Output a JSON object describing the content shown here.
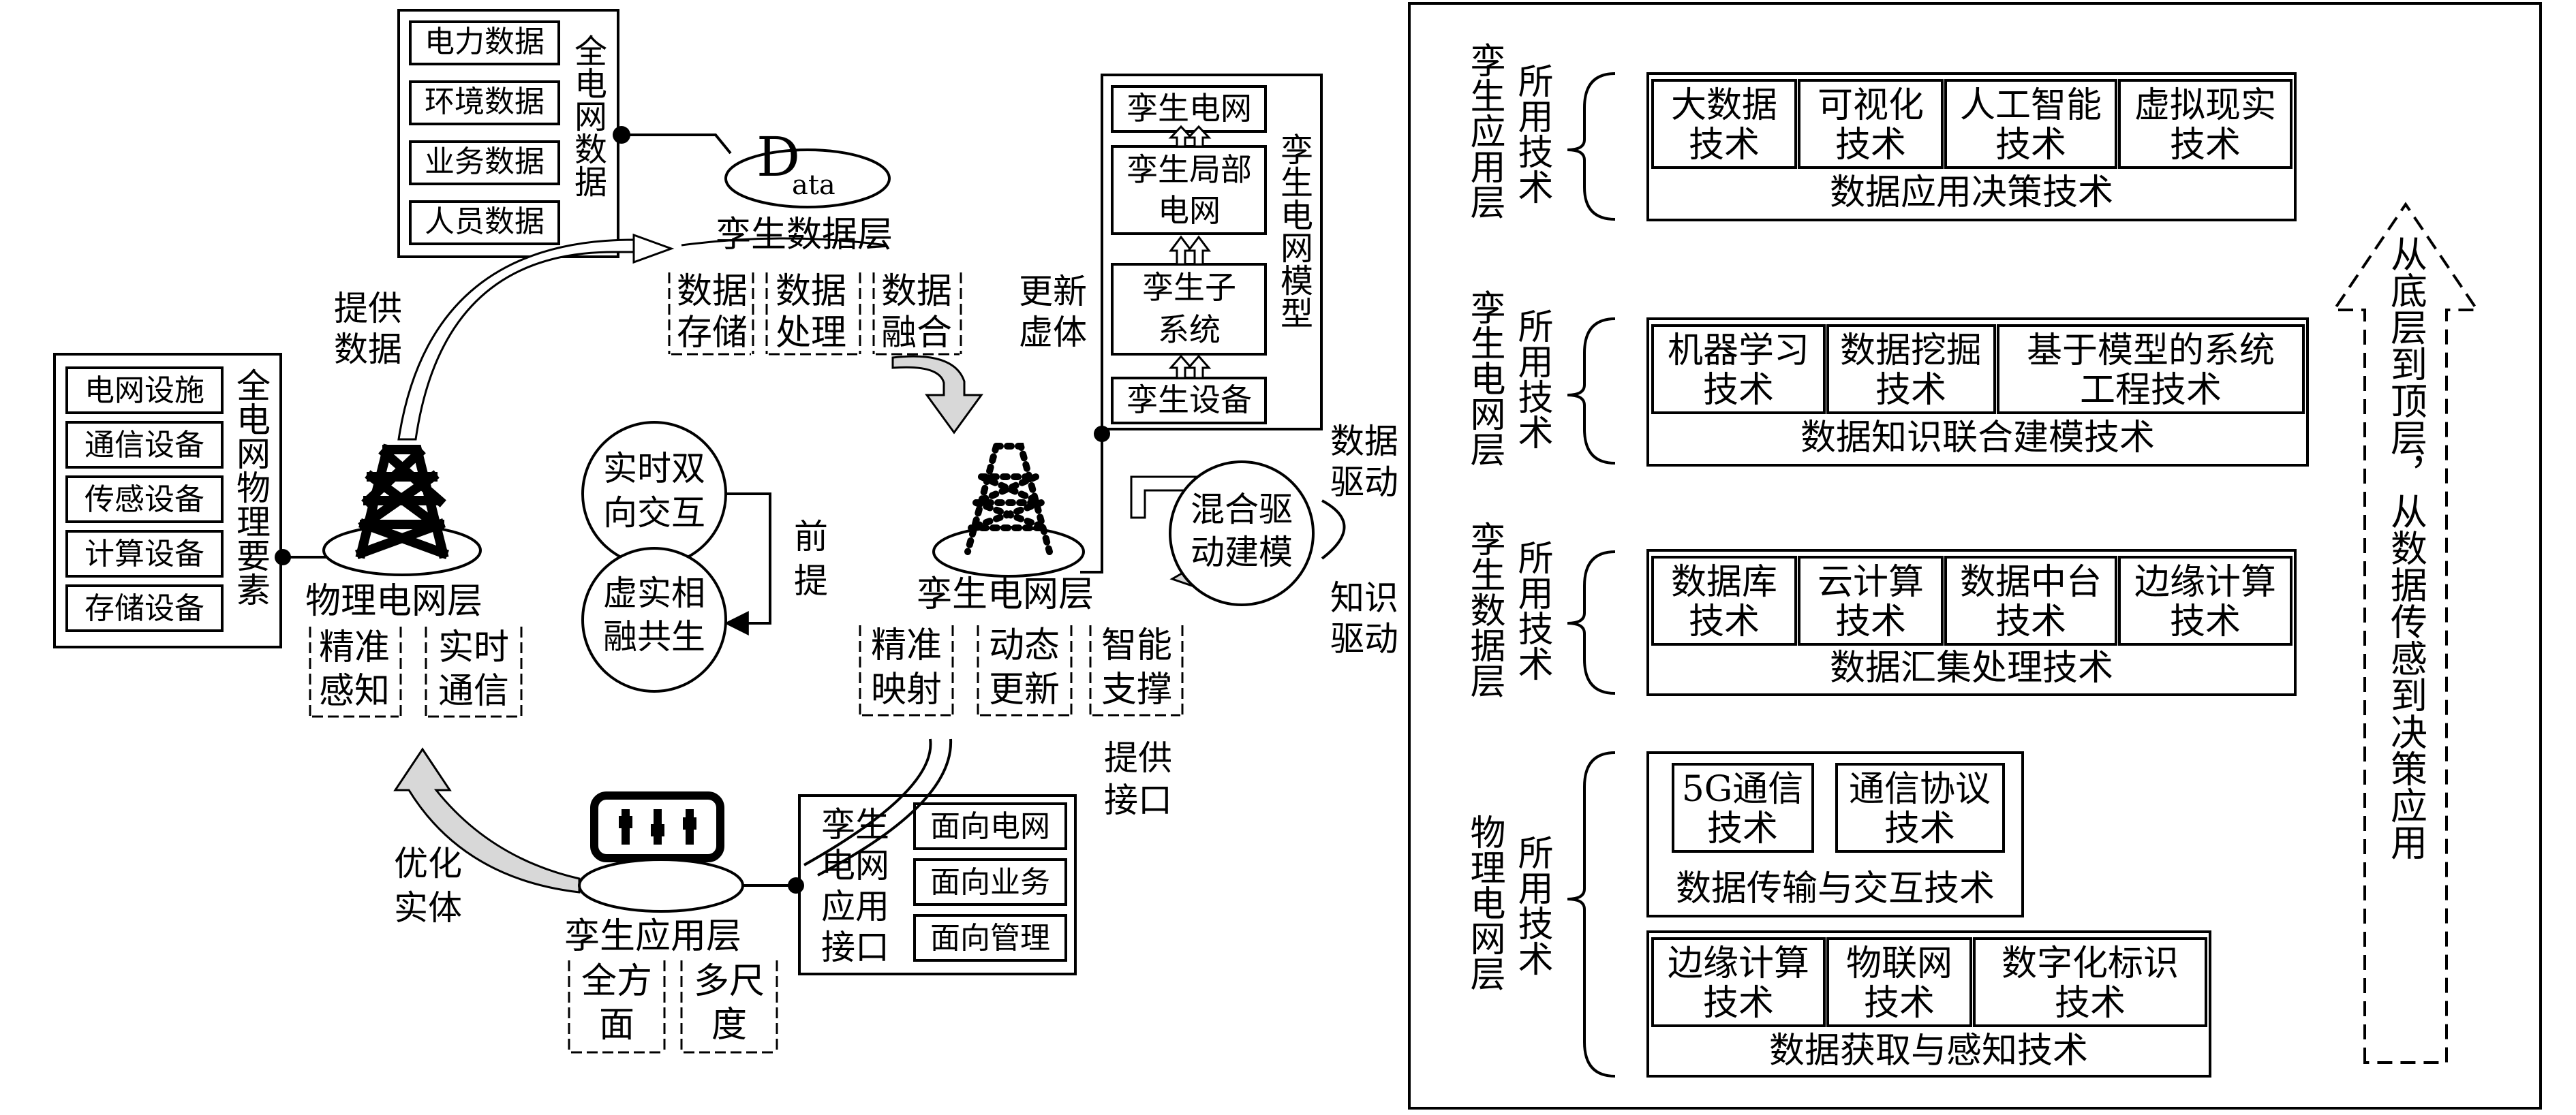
{
  "all_grid_data": {
    "title": "全电网数据",
    "items": [
      "电力数据",
      "环境数据",
      "业务数据",
      "人员数据"
    ]
  },
  "data_symbol": {
    "big": "D",
    "small": "ata"
  },
  "twin_data_layer": {
    "name": "孪生数据层",
    "features": [
      [
        "数据",
        "存储"
      ],
      [
        "数据",
        "处理"
      ],
      [
        "数据",
        "融合"
      ]
    ]
  },
  "twin_model": {
    "title": "孪生电网模型",
    "items": [
      [
        "孪生电网"
      ],
      [
        "孪生局部",
        "电网"
      ],
      [
        "孪生子",
        "系统"
      ],
      [
        "孪生设备"
      ]
    ]
  },
  "update_label": [
    "更新",
    "虚体"
  ],
  "provide_data_label": [
    "提供",
    "数据"
  ],
  "physical_assets": {
    "title": "全电网物理要素",
    "items": [
      "电网设施",
      "通信设备",
      "传感设备",
      "计算设备",
      "存储设备"
    ]
  },
  "physical_layer": {
    "name": "物理电网层",
    "features": [
      [
        "精准",
        "感知"
      ],
      [
        "实时",
        "通信"
      ]
    ]
  },
  "premise": {
    "label": [
      "前",
      "提"
    ],
    "circle_top": [
      "实时双",
      "向交互"
    ],
    "circle_bottom": [
      "虚实相",
      "融共生"
    ]
  },
  "twin_grid_layer": {
    "name": "孪生电网层",
    "features": [
      [
        "精准",
        "映射"
      ],
      [
        "动态",
        "更新"
      ],
      [
        "智能",
        "支撑"
      ]
    ]
  },
  "hybrid": {
    "circle": [
      "混合驱",
      "动建模"
    ],
    "data_driven": [
      "数据",
      "驱动"
    ],
    "knowledge_driven": [
      "知识",
      "驱动"
    ]
  },
  "provide_interface_label": [
    "提供",
    "接口"
  ],
  "optimize_label": [
    "优化",
    "实体"
  ],
  "twin_app_layer": {
    "name": "孪生应用层",
    "features": [
      [
        "全方",
        "面"
      ],
      [
        "多尺",
        "度"
      ]
    ]
  },
  "app_interface": {
    "title": [
      "孪生",
      "电网",
      "应用",
      "接口"
    ],
    "items": [
      "面向电网",
      "面向业务",
      "面向管理"
    ]
  },
  "right_panel": {
    "arrow_text": "从底层到顶层，从数据传感到决策应用",
    "used_tech_label": "所用技术",
    "layers": [
      {
        "name": "孪生应用层",
        "techs": [
          [
            "大数据",
            "技术"
          ],
          [
            "可视化",
            "技术"
          ],
          [
            "人工智能",
            "技术"
          ],
          [
            "虚拟现实",
            "技术"
          ]
        ],
        "group": "数据应用决策技术"
      },
      {
        "name": "孪生电网层",
        "techs": [
          [
            "机器学习",
            "技术"
          ],
          [
            "数据挖掘",
            "技术"
          ],
          [
            "基于模型的系统",
            "工程技术"
          ]
        ],
        "group": "数据知识联合建模技术"
      },
      {
        "name": "孪生数据层",
        "techs": [
          [
            "数据库",
            "技术"
          ],
          [
            "云计算",
            "技术"
          ],
          [
            "数据中台",
            "技术"
          ],
          [
            "边缘计算",
            "技术"
          ]
        ],
        "group": "数据汇集处理技术"
      },
      {
        "name": "物理电网层",
        "groups": [
          {
            "techs": [
              [
                "5G通信",
                "技术"
              ],
              [
                "通信协议",
                "技术"
              ]
            ],
            "group": "数据传输与交互技术"
          },
          {
            "techs": [
              [
                "边缘计算",
                "技术"
              ],
              [
                "物联网",
                "技术"
              ],
              [
                "数字化标识",
                "技术"
              ]
            ],
            "group": "数据获取与感知技术"
          }
        ]
      }
    ]
  }
}
